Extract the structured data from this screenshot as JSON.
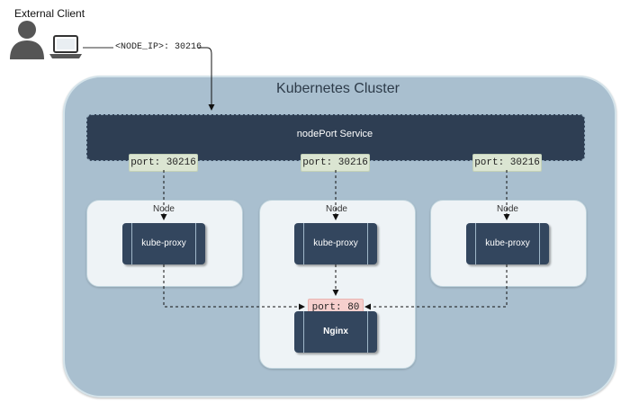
{
  "client": {
    "label": "External Client",
    "user_icon": "user-icon",
    "laptop_icon": "laptop-icon",
    "endpoint": "<NODE_IP>: 30216"
  },
  "cluster": {
    "title": "Kubernetes Cluster",
    "service": {
      "label": "nodePort Service",
      "ports": [
        "port: 30216",
        "port: 30216",
        "port: 30216"
      ]
    },
    "nodes": [
      {
        "label": "Node",
        "proxy": "kube-proxy"
      },
      {
        "label": "Node",
        "proxy": "kube-proxy",
        "pod_port": "port: 80",
        "pod": "Nginx"
      },
      {
        "label": "Node",
        "proxy": "kube-proxy"
      }
    ]
  },
  "colors": {
    "cluster_bg": "#a9bfcf",
    "dark_block": "#2e3e53",
    "port_service": "#dbe5d2",
    "port_pod": "#f6cfcd",
    "node_bg": "#eef3f6"
  }
}
